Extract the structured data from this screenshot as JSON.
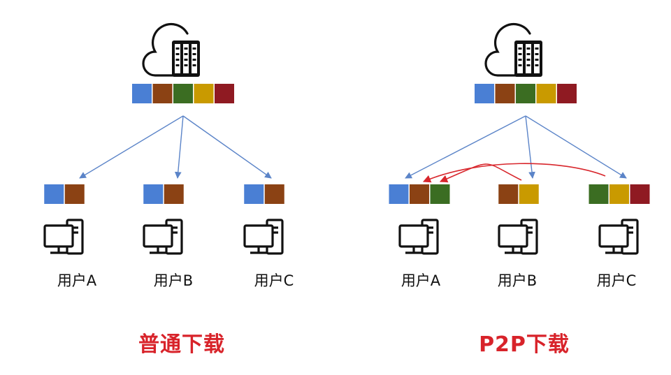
{
  "colors": {
    "blue": "#4a7fd4",
    "brown": "#8b4214",
    "green": "#3b6d22",
    "gold": "#c99a00",
    "red": "#8f1a22",
    "arrow_blue": "#5b84c8",
    "arrow_red": "#d8262c",
    "title_red": "#d8232a",
    "icon": "#111111"
  },
  "panels": [
    {
      "key": "normal",
      "title": "普通下载",
      "server_blocks": [
        "blue",
        "brown",
        "green",
        "gold",
        "red"
      ],
      "users": [
        {
          "label": "用户A",
          "blocks": [
            "blue",
            "brown"
          ]
        },
        {
          "label": "用户B",
          "blocks": [
            "blue",
            "brown"
          ]
        },
        {
          "label": "用户C",
          "blocks": [
            "blue",
            "brown"
          ]
        }
      ],
      "peer_transfers": []
    },
    {
      "key": "p2p",
      "title": "P2P下载",
      "server_blocks": [
        "blue",
        "brown",
        "green",
        "gold",
        "red"
      ],
      "users": [
        {
          "label": "用户A",
          "blocks": [
            "blue",
            "brown",
            "green"
          ]
        },
        {
          "label": "用户B",
          "blocks": [
            "brown",
            "gold"
          ]
        },
        {
          "label": "用户C",
          "blocks": [
            "green",
            "gold",
            "red"
          ]
        }
      ],
      "peer_transfers": [
        {
          "from": "用户B",
          "to": "用户A"
        },
        {
          "from": "用户C",
          "to": "用户A"
        }
      ]
    }
  ]
}
